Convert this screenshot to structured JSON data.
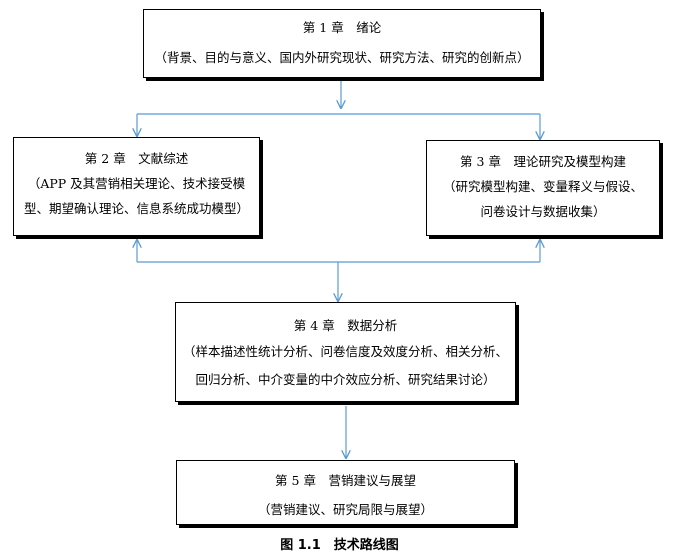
{
  "diagram": {
    "boxes": [
      {
        "title": "第 1 章　绪论",
        "desc": [
          "（背景、目的与意义、国内外研究现状、研究方法、研究的创新点）"
        ]
      },
      {
        "title": "第 2 章　文献综述",
        "desc": [
          "（APP 及其营销相关理论、技术接受模",
          "型、期望确认理论、信息系统成功模型）"
        ]
      },
      {
        "title": "第 3 章　理论研究及模型构建",
        "desc": [
          "（研究模型构建、变量释义与假设、",
          "问卷设计与数据收集）"
        ]
      },
      {
        "title": "第 4 章　数据分析",
        "desc": [
          "（样本描述性统计分析、问卷信度及效度分析、相关分析、",
          "回归分析、中介变量的中介效应分析、研究结果讨论）"
        ]
      },
      {
        "title": "第 5 章　营销建议与展望",
        "desc": [
          "（营销建议、研究局限与展望）"
        ]
      }
    ],
    "arrow_color": "#5b9bd5"
  },
  "caption": "图 1.1　技术路线图"
}
